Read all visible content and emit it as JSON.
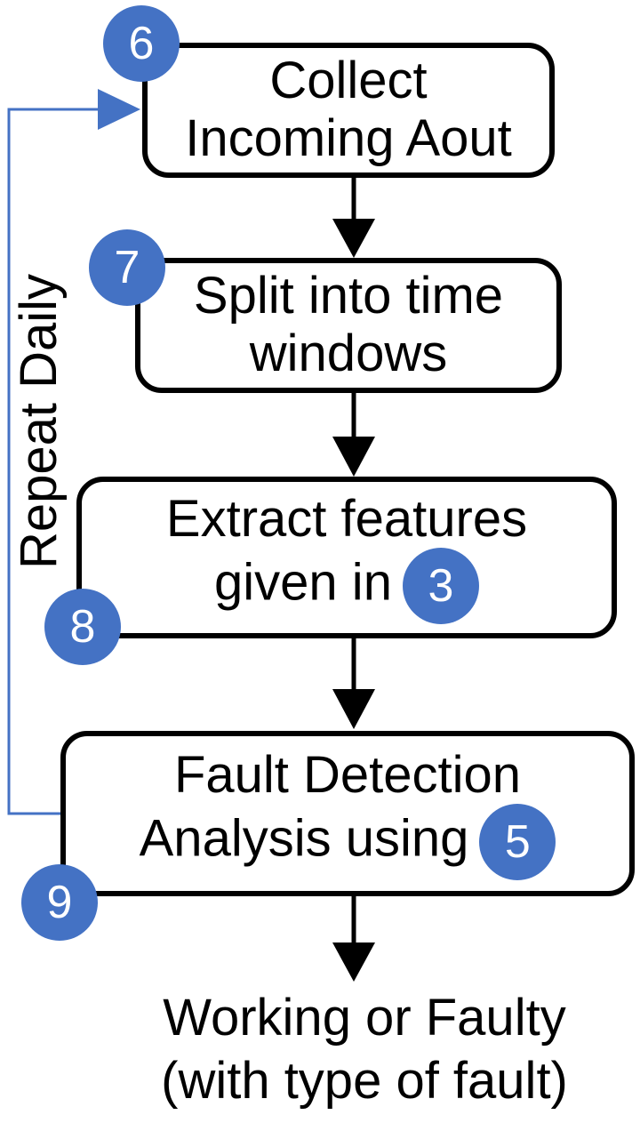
{
  "steps": [
    {
      "badge": "6",
      "lines": [
        "Collect",
        "Incoming Aout"
      ]
    },
    {
      "badge": "7",
      "lines": [
        "Split into time",
        "windows"
      ]
    },
    {
      "badge": "8",
      "lines": [
        "Extract features",
        "given in"
      ],
      "ref_badge": "3"
    },
    {
      "badge": "9",
      "lines": [
        "Fault Detection",
        "Analysis using"
      ],
      "ref_badge": "5"
    }
  ],
  "output": {
    "line1": "Working or Faulty",
    "line2": "(with type of fault)"
  },
  "loop_label": "Repeat Daily",
  "colors": {
    "badge": "#4472c4",
    "loop_arrow": "#4472c4",
    "stroke": "#000000"
  }
}
